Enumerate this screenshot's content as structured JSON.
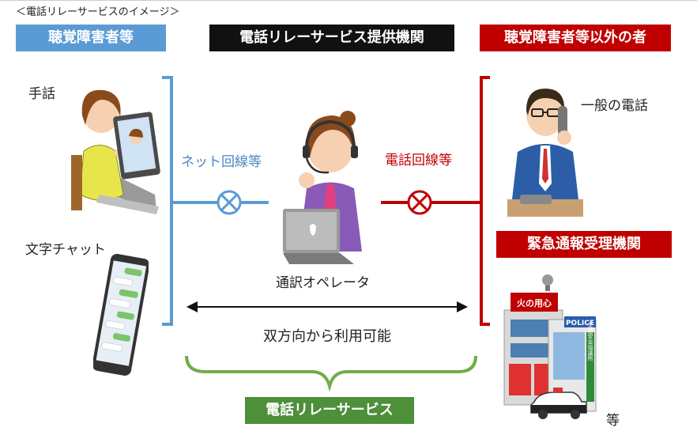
{
  "caption": "＜電話リレーサービスのイメージ＞",
  "headers": {
    "left": "聴覚障害者等",
    "center": "電話リレーサービス提供機関",
    "right": "聴覚障害者等以外の者",
    "emergency": "緊急通報受理機関",
    "bottom": "電話リレーサービス"
  },
  "labels": {
    "sign_language": "手話",
    "text_chat": "文字チャット",
    "net_line": "ネット回線等",
    "phone_line": "電話回線等",
    "operator": "通訳オペレータ",
    "bidirectional": "双方向から利用可能",
    "general_phone": "一般の電話",
    "etc": "等"
  },
  "building": {
    "fire_sign": "火の用心",
    "police_sign": "POLICE",
    "vertical_sign": "交通安全協議所"
  },
  "colors": {
    "blue": "#5b9bd5",
    "red": "#c00000",
    "green": "#4e8f3a",
    "black": "#111111"
  }
}
